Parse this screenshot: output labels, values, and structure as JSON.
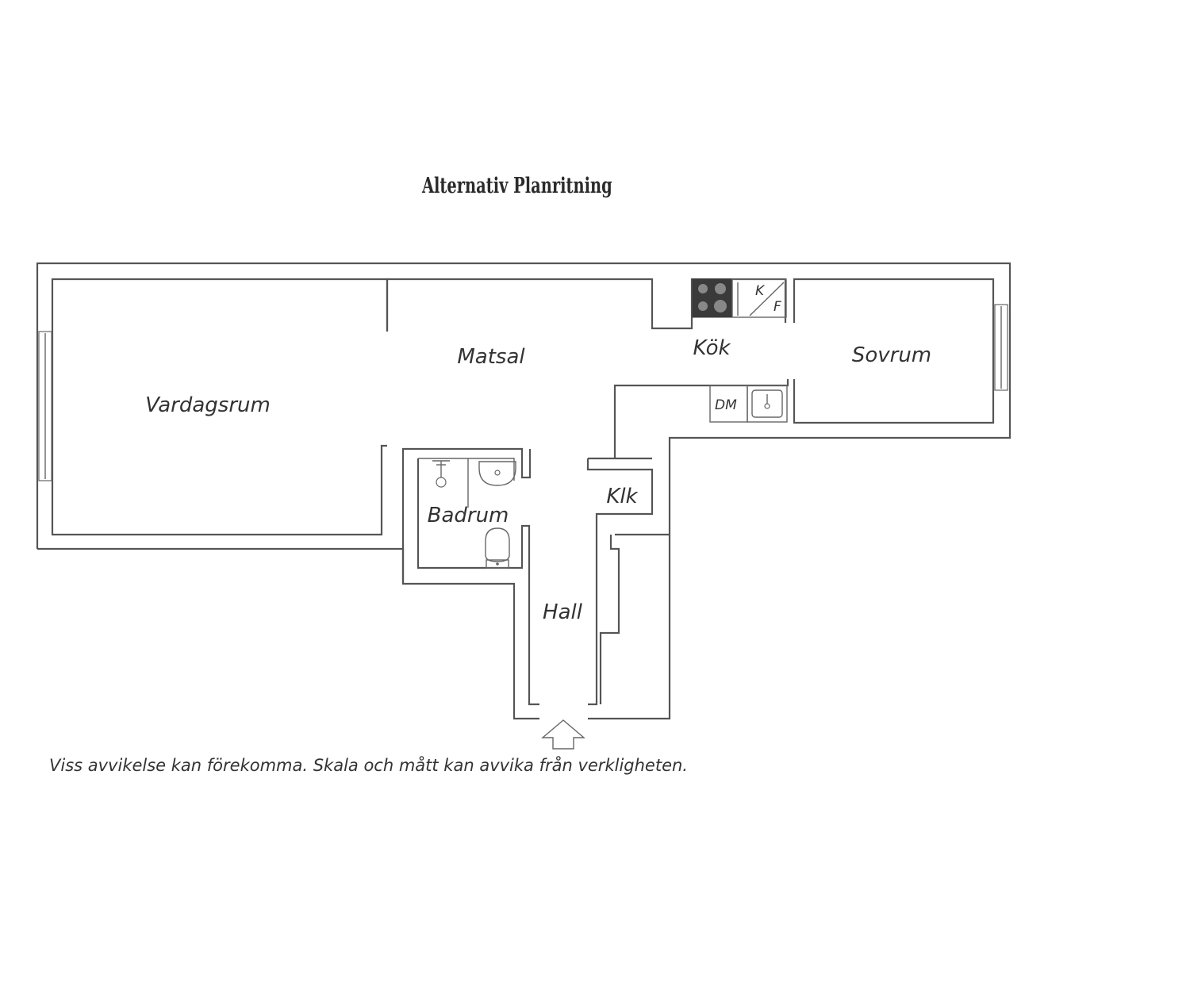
{
  "title": "Alternativ Planritning",
  "rooms": {
    "living": "Vardagsrum",
    "dining": "Matsal",
    "kitchen": "Kök",
    "bedroom": "Sovrum",
    "bathroom": "Badrum",
    "closet": "Klk",
    "hall": "Hall"
  },
  "appliances": {
    "fridge_k": "K",
    "fridge_f": "F",
    "dishwasher": "DM"
  },
  "disclaimer": "Viss avvikelse kan förekomma. Skala och mått kan avvika från verkligheten.",
  "colors": {
    "line": "#555555",
    "stove": "#3a3a3a",
    "text": "#333333"
  }
}
